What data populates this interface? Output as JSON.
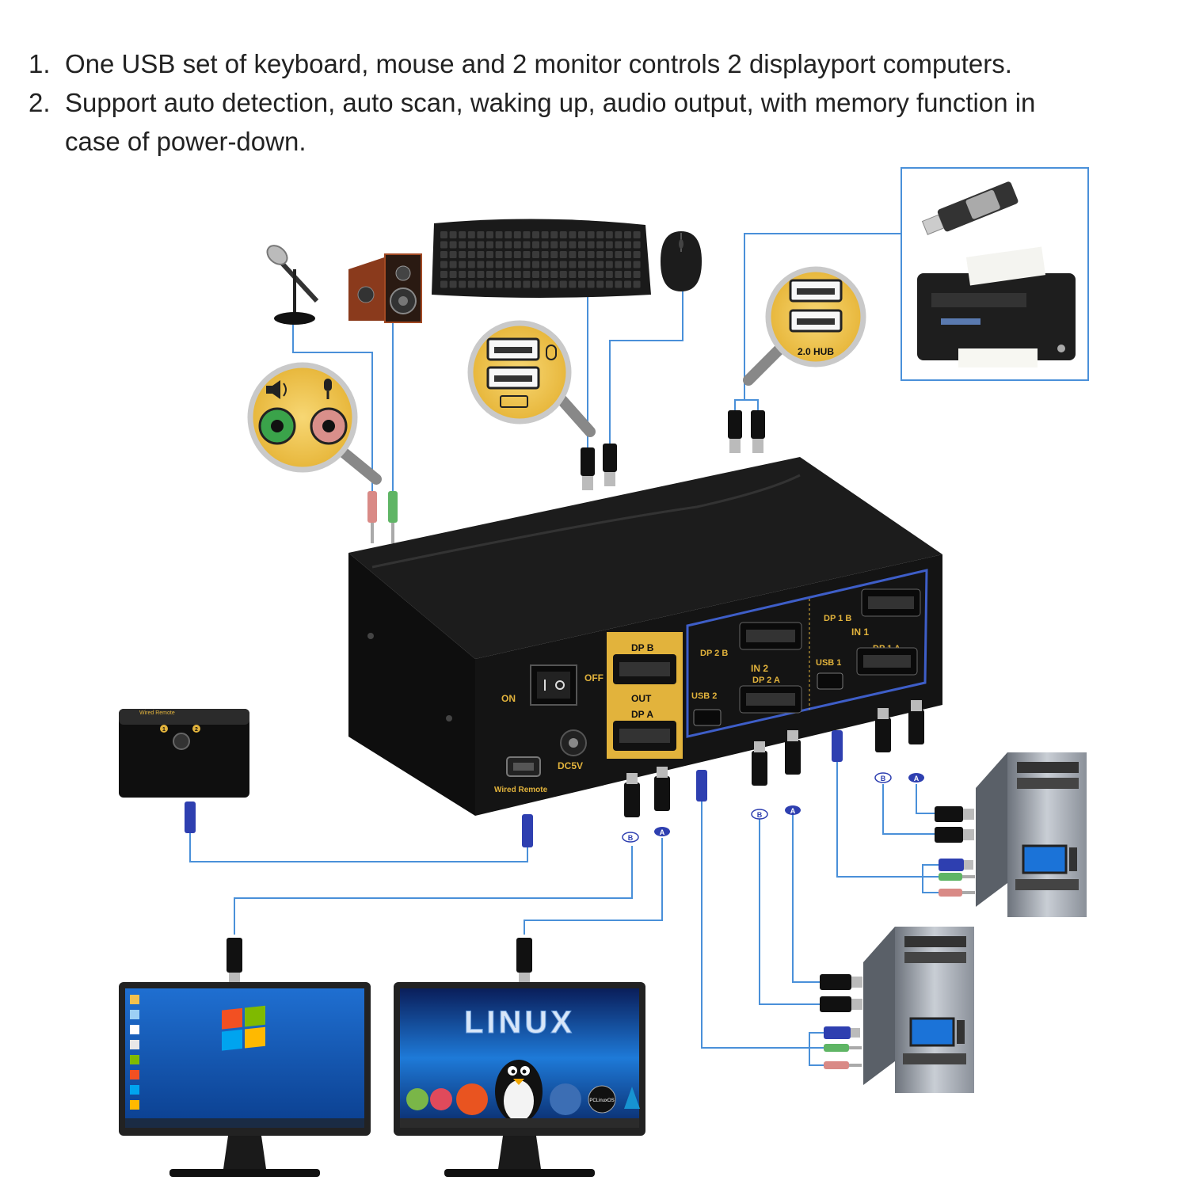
{
  "intro": {
    "items": [
      {
        "num": "1.",
        "text": "One USB set of keyboard, mouse and 2 monitor controls 2 displayport computers."
      },
      {
        "num": "2.",
        "text": "Support auto detection, auto scan, waking up, audio output, with memory function in case of power-down."
      }
    ]
  },
  "kvm": {
    "switch_on": "ON",
    "switch_off": "OFF",
    "out": "OUT",
    "dp_b": "DP",
    "dp_b_letter": "B",
    "dp_a": "DP",
    "dp_a_letter": "A",
    "dc": "DC5V",
    "wired_remote": "Wired Remote",
    "in2_dp_b": "DP",
    "in2_dp_b_num": "2",
    "in2_dp_b_letter": "B",
    "in2_label": "IN",
    "in2_num": "2",
    "in2_dp_a": "DP",
    "in2_dp_a_num": "2",
    "in2_dp_a_letter": "A",
    "usb2": "USB",
    "usb2_num": "2",
    "in1_dp_b": "DP",
    "in1_dp_b_num": "1",
    "in1_dp_b_letter": "B",
    "in1_label": "IN",
    "in1_num": "1",
    "in1_dp_a": "DP",
    "in1_dp_a_num": "1",
    "in1_dp_a_letter": "A",
    "usb1": "USB",
    "usb1_num": "1"
  },
  "remote": {
    "title": "Wired Remote",
    "n1": "1",
    "n2": "2"
  },
  "hub_label": "2.0 HUB",
  "tags": {
    "a": "A",
    "b": "B"
  },
  "linux_text": "LINUX",
  "pclinux_text": "PCLinuxOS",
  "colors": {
    "cable": "#4a90d9",
    "kvm_body": "#111111",
    "gold": "#e2b33c",
    "panel_line": "#3e5ec8"
  }
}
